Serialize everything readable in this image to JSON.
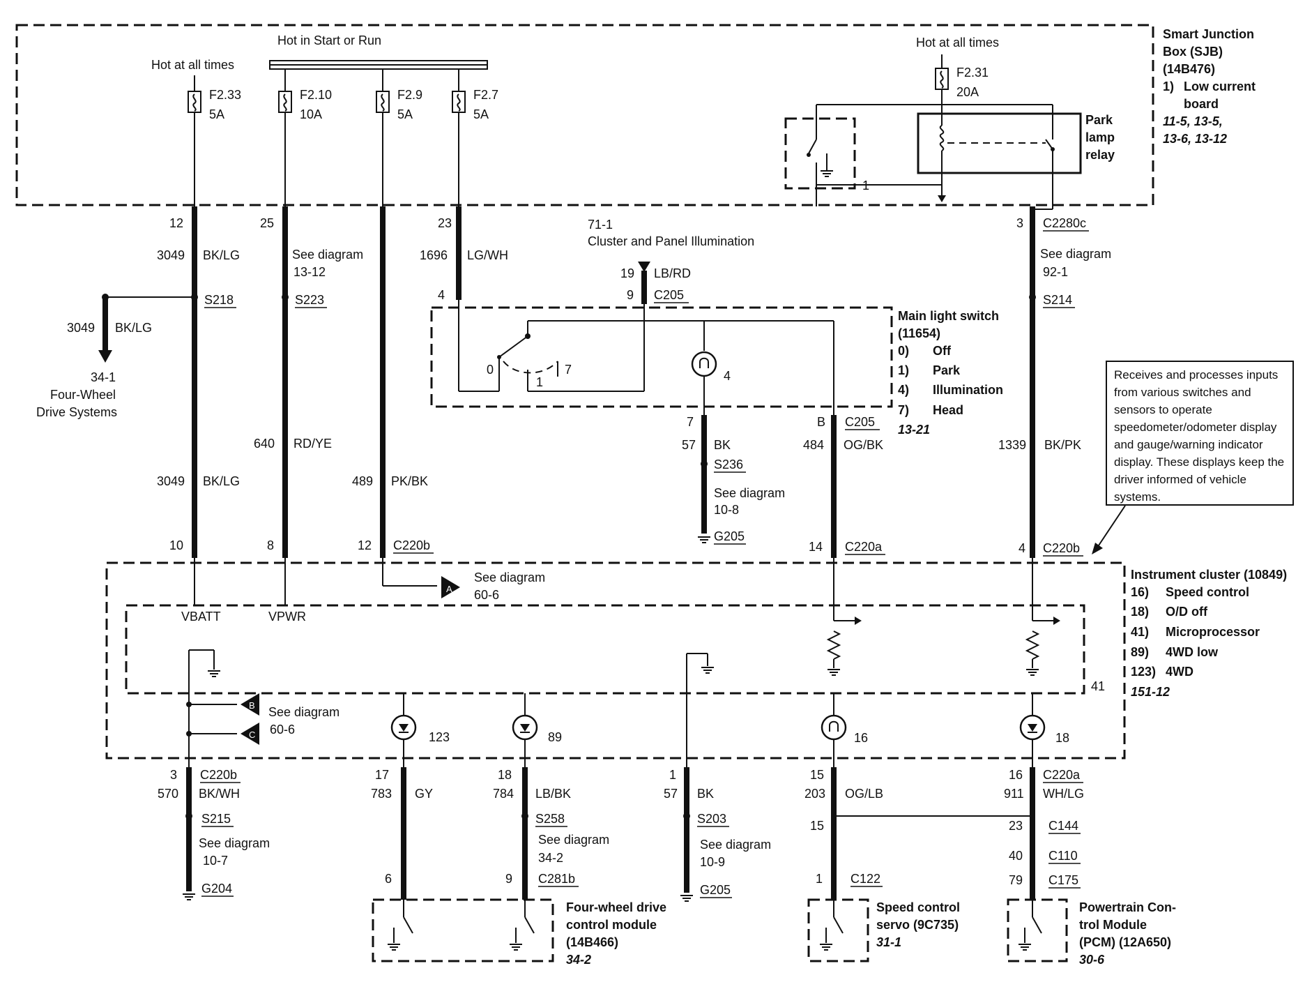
{
  "sjb": {
    "title": [
      "Smart Junction",
      "Box (SJB)",
      "(14B476)"
    ],
    "items": [
      {
        "num": "1)",
        "label": "Low current"
      },
      {
        "num": "",
        "label": "board"
      }
    ],
    "refs": [
      "11-5, 13-5,",
      "13-6, 13-12"
    ]
  },
  "power": {
    "hot_start_run": "Hot in Start or Run",
    "hot_left": "Hot at all times",
    "hot_right": "Hot at all times"
  },
  "fuses": [
    {
      "id": "F2.33",
      "rating": "5A"
    },
    {
      "id": "F2.10",
      "rating": "10A"
    },
    {
      "id": "F2.9",
      "rating": "5A"
    },
    {
      "id": "F2.7",
      "rating": "5A"
    },
    {
      "id": "F2.31",
      "rating": "20A"
    }
  ],
  "park_relay": {
    "label": [
      "Park",
      "lamp",
      "relay"
    ],
    "ref": "1"
  },
  "circuits": {
    "c3049_pin": "12",
    "c3049_num": "3049",
    "c3049_color": "BK/LG",
    "s218": "S218",
    "branch_num": "3049",
    "branch_color": "BK/LG",
    "branch_ref": "34-1",
    "branch_label": [
      "Four-Wheel",
      "Drive Systems"
    ],
    "c3049_num_lower": "3049",
    "c3049_color_lower": "BK/LG",
    "c3049_pin_bottom": "10",
    "c640_pin": "25",
    "c640_see": "See diagram",
    "c640_ref": "13-12",
    "s223": "S223",
    "c640_num": "640",
    "c640_color": "RD/YE",
    "c640_pin_bottom": "8",
    "c489_num": "489",
    "c489_color": "PK/BK",
    "c489_pin_bottom": "12",
    "c220b_top": "C220b",
    "c1696_pin": "23",
    "c1696_num": "1696",
    "c1696_color": "LG/WH",
    "c1696_pin2": "4",
    "cluster_ref": "71-1",
    "cluster_label": "Cluster and Panel Illumination",
    "c19_num": "19",
    "c19_color": "LB/RD",
    "c19_pin": "9",
    "c205": "C205",
    "c57_pin": "7",
    "c57_num": "57",
    "c57_color": "BK",
    "s236": "S236",
    "s236_see": "See diagram",
    "s236_ref": "10-8",
    "g205": "G205",
    "c484_pin": "B",
    "c484_conn": "C205",
    "c484_num": "484",
    "c484_color": "OG/BK",
    "c484_pin_bottom": "14",
    "c220a": "C220a",
    "c1339_pin": "3",
    "c1339_conn": "C2280c",
    "c1339_see": "See diagram",
    "c1339_ref": "92-1",
    "s214": "S214",
    "c1339_num": "1339",
    "c1339_color": "BK/PK",
    "c1339_pin_bottom": "4",
    "c220b_right": "C220b"
  },
  "main_switch": {
    "title": [
      "Main light switch",
      "(11654)"
    ],
    "positions": [
      {
        "n": "0)",
        "l": "Off"
      },
      {
        "n": "1)",
        "l": "Park"
      },
      {
        "n": "4)",
        "l": "Illumination"
      },
      {
        "n": "7)",
        "l": "Head"
      }
    ],
    "ref": "13-21",
    "pos_labels": {
      "p0": "0",
      "p1": "1",
      "p7": "7",
      "lamp": "4"
    }
  },
  "cluster": {
    "title": "Instrument cluster (10849)",
    "items": [
      {
        "n": "16)",
        "l": "Speed control"
      },
      {
        "n": "18)",
        "l": "O/D off"
      },
      {
        "n": "41)",
        "l": "Microprocessor"
      },
      {
        "n": "89)",
        "l": "4WD low"
      },
      {
        "n": "123)",
        "l": "4WD"
      }
    ],
    "ref": "151-12",
    "vbatt": "VBATT",
    "vpwr": "VPWR",
    "see_a": "See diagram",
    "see_a_ref": "60-6",
    "see_bc": "See diagram",
    "see_bc_ref": "60-6",
    "lamp_labels": {
      "l123": "123",
      "l89": "89",
      "l16": "16",
      "l18": "18",
      "mp": "41"
    },
    "tags": {
      "a": "A",
      "b": "B",
      "c": "C"
    }
  },
  "note": "Receives and processes inputs from various switches and sensors to operate speedometer/odometer display and gauge/warning indicator display. These displays keep the driver informed of vehicle systems.",
  "bottom": {
    "c570_pin": "3",
    "c570_conn": "C220b",
    "c570_num": "570",
    "c570_color": "BK/WH",
    "s215": "S215",
    "s215_see": "See diagram",
    "s215_ref": "10-7",
    "g204": "G204",
    "c783_pin": "17",
    "c783_num": "783",
    "c783_color": "GY",
    "c783_pin2": "6",
    "c784_pin": "18",
    "c784_num": "784",
    "c784_color": "LB/BK",
    "s258": "S258",
    "s258_see": "See diagram",
    "s258_ref": "34-2",
    "c784_pin2": "9",
    "c281b": "C281b",
    "c57b_pin": "1",
    "c57b_num": "57",
    "c57b_color": "BK",
    "s203": "S203",
    "s203_see": "See diagram",
    "s203_ref": "10-9",
    "g205b": "G205",
    "c203_pin": "15",
    "c203_num": "203",
    "c203_color": "OG/LB",
    "c203_pin2": "15",
    "c203_pin3": "1",
    "c122": "C122",
    "c911_pin": "16",
    "c911_conn": "C220a",
    "c911_num": "911",
    "c911_color": "WH/LG",
    "c144_pin": "23",
    "c144": "C144",
    "c110_pin": "40",
    "c110": "C110",
    "c175_pin": "79",
    "c175": "C175"
  },
  "modules": {
    "fwd": {
      "label": [
        "Four-wheel drive",
        "control module",
        "(14B466)"
      ],
      "ref": "34-2"
    },
    "servo": {
      "label": [
        "Speed control",
        "servo (9C735)"
      ],
      "ref": "31-1"
    },
    "pcm": {
      "label": [
        "Powertrain Con-",
        "trol Module",
        "(PCM) (12A650)"
      ],
      "ref": "30-6"
    }
  }
}
